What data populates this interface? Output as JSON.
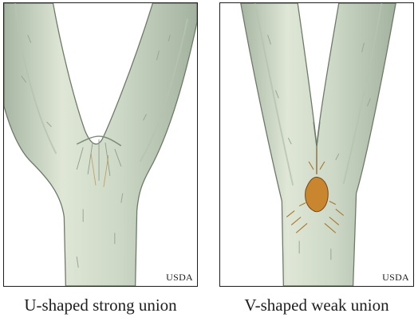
{
  "panels": [
    {
      "caption": "U-shaped strong union",
      "credit": "USDA",
      "union_shape": "U",
      "union_strength": "strong"
    },
    {
      "caption": "V-shaped weak union",
      "credit": "USDA",
      "union_shape": "V",
      "union_strength": "weak"
    }
  ],
  "colors": {
    "bark_light": "#dfe6d6",
    "bark_mid": "#c3cfbd",
    "bark_shadow": "#9fae9c",
    "outline": "#6d7a68",
    "wound": "#c9862e",
    "frame": "#1e1e1e"
  }
}
